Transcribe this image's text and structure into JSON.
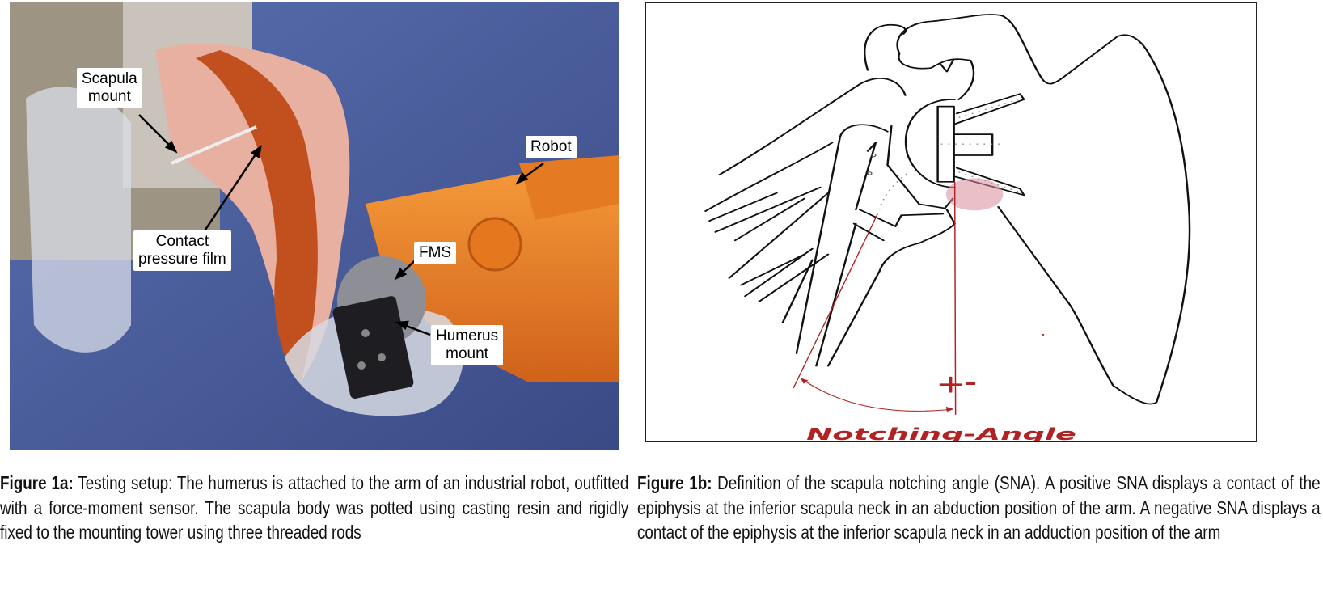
{
  "figure_a": {
    "labels": {
      "scapula_mount": "Scapula\nmount",
      "contact_pressure_film": "Contact\npressure film",
      "robot": "Robot",
      "fms": "FMS",
      "humerus_mount": "Humerus\nmount"
    },
    "caption_title": "Figure 1a:",
    "caption_text": " Testing setup: The humerus is attached to the arm of an industrial robot, outfitted with a force-moment sensor. The scapula body was potted using casting resin and rigidly fixed to the mounting tower using three threaded rods"
  },
  "figure_b": {
    "plus": "+",
    "minus": "-",
    "angle_label": "Notching-Angle",
    "accent_color": "#b22222",
    "caption_title": "Figure 1b:",
    "caption_text": " Definition of the scapula notching angle (SNA). A positive SNA displays a contact of the epiphysis at the inferior scapula neck in an abduction position of the arm. A negative SNA displays a contact of the epiphysis at the inferior scapula neck in an adduction position of the arm"
  }
}
